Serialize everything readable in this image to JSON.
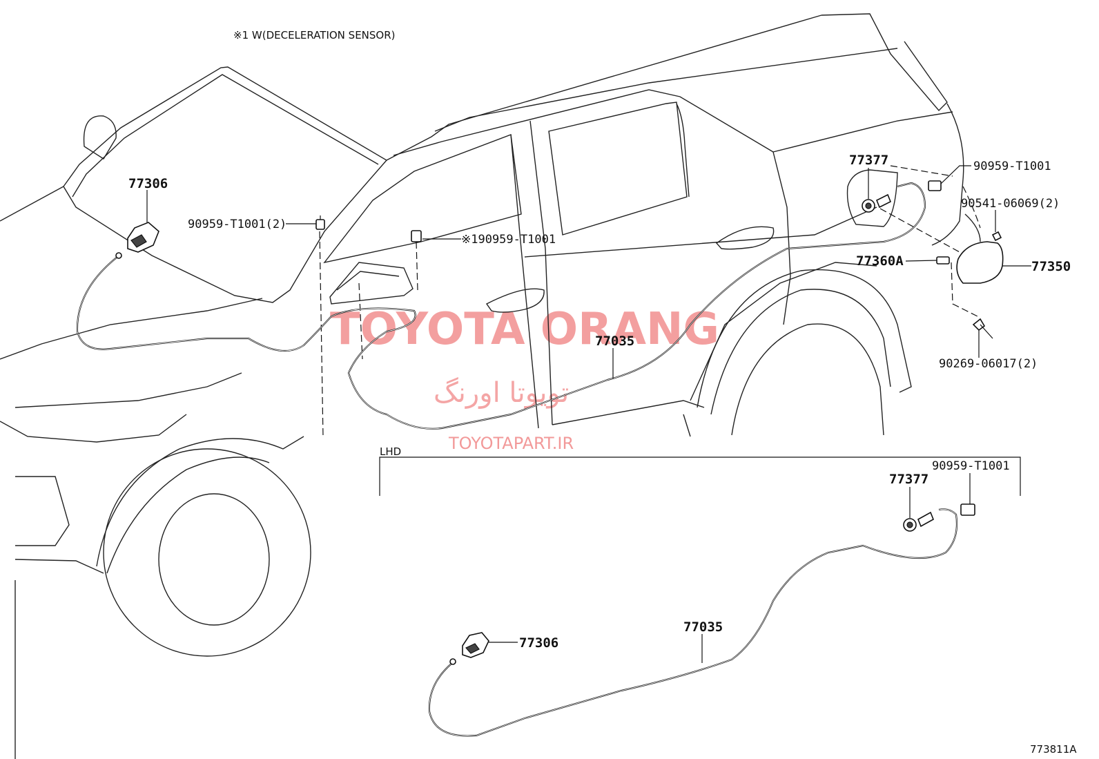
{
  "note": "※1 W(DECELERATION SENSOR)",
  "section_label": "LHD",
  "diagram_code": "773811A",
  "watermark": {
    "brand": "TOYOTA ORANG",
    "persian": "تویوتا اورنگ",
    "site": "TOYOTAPART.IR"
  },
  "labels": {
    "p77306_top": "77306",
    "p90959_2": "90959-T1001(2)",
    "p90959_star": "※190959-T1001",
    "p77035_top": "77035",
    "p77377_top": "77377",
    "p90959_right": "90959-T1001",
    "p90541": "90541-06069(2)",
    "p77360A": "77360A",
    "p77350": "77350",
    "p90269": "90269-06017(2)",
    "p90959_lhd": "90959-T1001",
    "p77377_lhd": "77377",
    "p77306_lhd": "77306",
    "p77035_lhd": "77035"
  }
}
